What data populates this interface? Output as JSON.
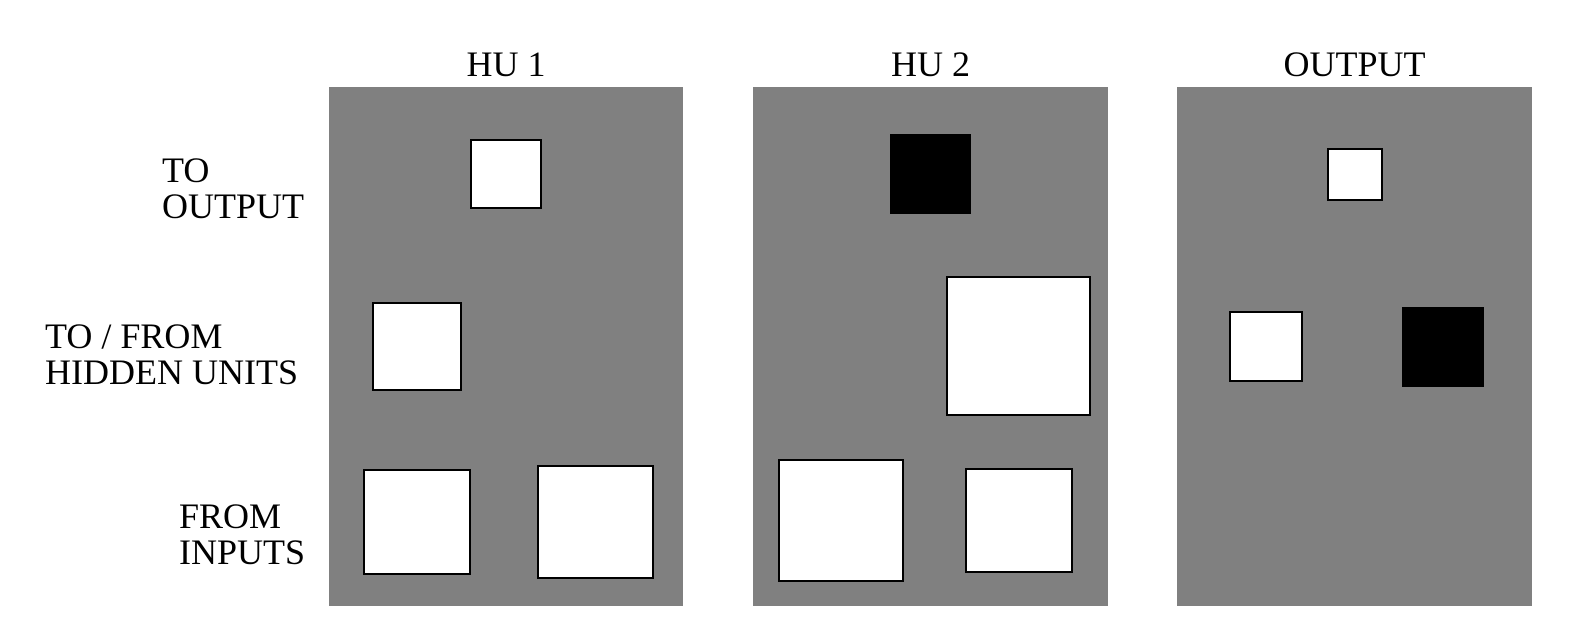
{
  "row_labels": [
    {
      "id": "to-output",
      "lines": [
        "TO",
        "OUTPUT"
      ]
    },
    {
      "id": "to-from-hidden",
      "lines": [
        "TO / FROM",
        "HIDDEN UNITS"
      ]
    },
    {
      "id": "from-inputs",
      "lines": [
        "FROM",
        "INPUTS"
      ]
    }
  ],
  "panels": [
    {
      "id": "hu1",
      "title": "HU 1",
      "weights": [
        {
          "row": "to-output",
          "sign": "positive"
        },
        {
          "row": "to-from-hidden",
          "sign": "positive"
        },
        {
          "row": "from-inputs",
          "sign": "positive"
        },
        {
          "row": "from-inputs",
          "sign": "positive"
        }
      ]
    },
    {
      "id": "hu2",
      "title": "HU 2",
      "weights": [
        {
          "row": "to-output",
          "sign": "negative"
        },
        {
          "row": "to-from-hidden",
          "sign": "positive"
        },
        {
          "row": "from-inputs",
          "sign": "positive"
        },
        {
          "row": "from-inputs",
          "sign": "positive"
        }
      ]
    },
    {
      "id": "output",
      "title": "OUTPUT",
      "weights": [
        {
          "row": "to-output",
          "sign": "positive"
        },
        {
          "row": "to-from-hidden",
          "sign": "positive"
        },
        {
          "row": "to-from-hidden",
          "sign": "negative"
        }
      ]
    }
  ],
  "colors": {
    "panel_background": "#808080",
    "positive_weight": "#ffffff",
    "negative_weight": "#000000"
  }
}
